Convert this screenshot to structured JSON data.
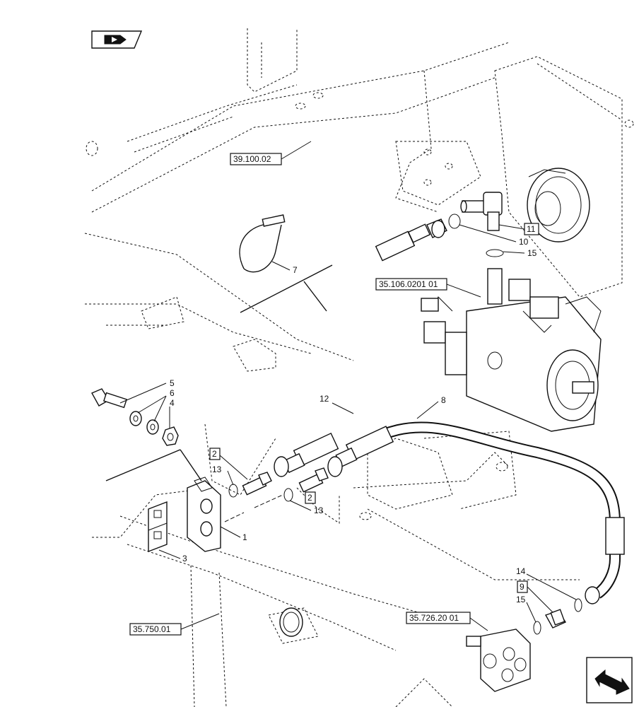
{
  "refs": {
    "r39": "39.100.02",
    "r35106": "35.106.0201 01",
    "r35750": "35.750.01",
    "r35726": "35.726.20 01"
  },
  "items": {
    "i1": "1",
    "i2a": "2",
    "i2b": "2",
    "i3": "3",
    "i4": "4",
    "i5": "5",
    "i6": "6",
    "i7": "7",
    "i8": "8",
    "i9": "9",
    "i10": "10",
    "i11": "11",
    "i12": "12",
    "i13a": "13",
    "i13b": "13",
    "i14": "14",
    "i15a": "15",
    "i15b": "15"
  },
  "icons": {
    "top_left": "book-hand-icon",
    "bottom_right": "arrow-navigation-icon"
  }
}
